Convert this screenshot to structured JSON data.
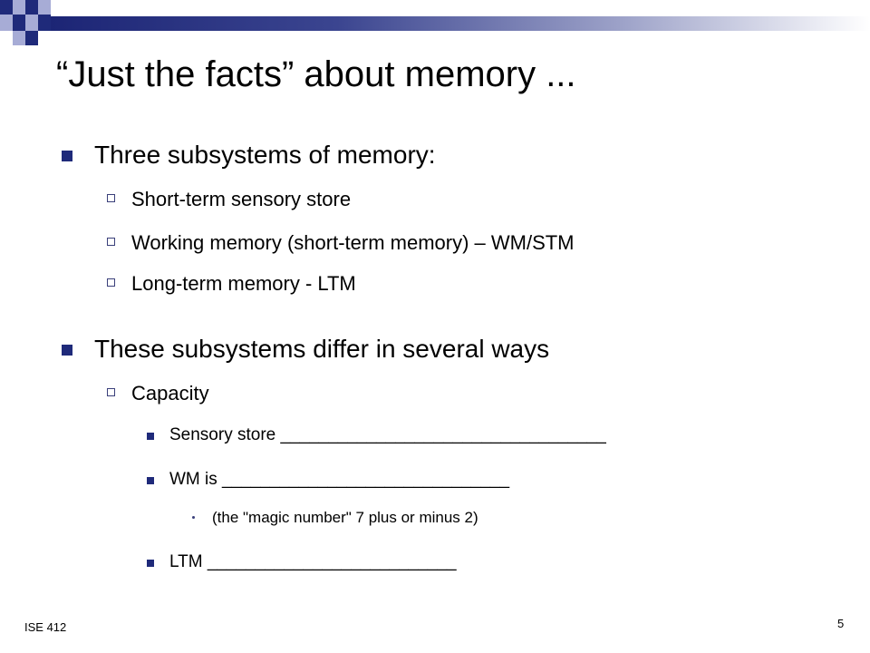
{
  "title": "“Just the facts” about memory ...",
  "bullets": {
    "l1_a": "Three subsystems of memory:",
    "l2_a": "Short-term sensory store",
    "l2_b": "Working memory (short-term memory) – WM/STM",
    "l2_c": "Long-term memory - LTM",
    "l1_b": "These subsystems differ in several ways",
    "l2_d": "Capacity",
    "l3_a": "Sensory store __________________________________",
    "l3_b": "WM is ______________________________",
    "l4_a": "(the \"magic number\" 7 plus or minus 2)",
    "l3_c": "LTM __________________________"
  },
  "footer": {
    "course": "ISE 412",
    "page_number": "5"
  },
  "colors": {
    "accent_navy": "#1f2a7a",
    "accent_light": "#a7acd6"
  }
}
